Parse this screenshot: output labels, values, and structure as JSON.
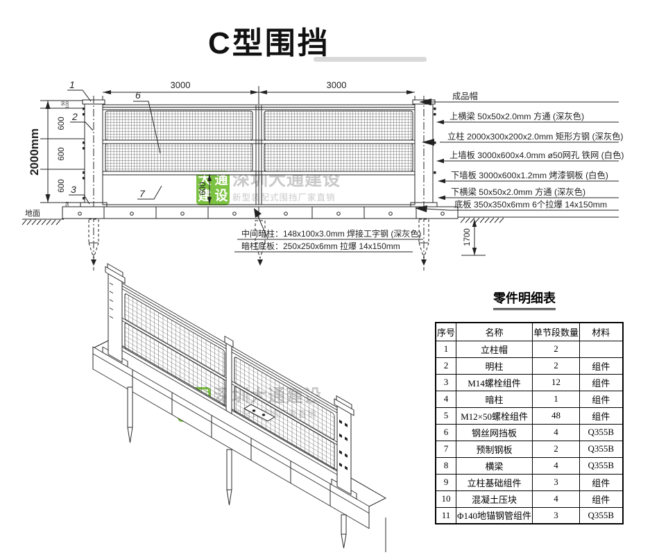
{
  "title": "C型围挡",
  "watermark": {
    "logo_chars": [
      "大",
      "通",
      "建",
      "设"
    ],
    "line1": "深圳大通建设",
    "line2": "新型装配式围挡厂家直销"
  },
  "elevation": {
    "span_dims": [
      "3000",
      "3000"
    ],
    "height_dim": "2000mm",
    "seg_dim": "600",
    "panel_dim": "600",
    "depth_dim": "1700",
    "ground_label": "地面",
    "small_dims": {
      "a": "100",
      "b": "50",
      "c": "50"
    },
    "callouts": {
      "c1": "1",
      "c2": "2",
      "c3": "3",
      "c6": "6",
      "c7": "7"
    },
    "part_labels": [
      "成品帽",
      "上横梁 50x50x2.0mm 方通 (深灰色)",
      "立柱 2000x300x200x2.0mm 矩形方钢 (深灰色)",
      "上墙板 3000x600x4.0mm ø50网孔 铁网 (白色)",
      "下墙板 3000x600x1.2mm 烤漆钢板 (白色)",
      "下横梁 50x50x2.0mm 方通 (深灰色)",
      "底板 350x350x6mm 6个拉爆 14x150mm"
    ],
    "center_notes": [
      "中间暗柱：148x100x3.0mm 焊接工字钢 (深灰色)",
      "暗柱底板：250x250x6mm   拉爆 14x150mm"
    ]
  },
  "parts_table": {
    "title": "零件明细表",
    "headers": [
      "序号",
      "名称",
      "单节段数量",
      "材料"
    ],
    "rows": [
      [
        "1",
        "立柱帽",
        "2",
        ""
      ],
      [
        "2",
        "明柱",
        "2",
        "组件"
      ],
      [
        "3",
        "M14螺栓组件",
        "12",
        "组件"
      ],
      [
        "4",
        "暗柱",
        "1",
        "组件"
      ],
      [
        "5",
        "M12×50螺栓组件",
        "48",
        "组件"
      ],
      [
        "6",
        "钢丝网挡板",
        "4",
        "Q355B"
      ],
      [
        "7",
        "预制钢板",
        "2",
        "Q355B"
      ],
      [
        "8",
        "横梁",
        "4",
        "Q355B"
      ],
      [
        "9",
        "立柱基础组件",
        "3",
        "组件"
      ],
      [
        "10",
        "混凝土压块",
        "4",
        "组件"
      ],
      [
        "11",
        "Φ140地锚钢管组件",
        "3",
        "Q355B"
      ]
    ]
  },
  "colors": {
    "line": "#1f1f1f",
    "watermark_green": "#7cc242",
    "watermark_gray": "#c9c9c9"
  }
}
